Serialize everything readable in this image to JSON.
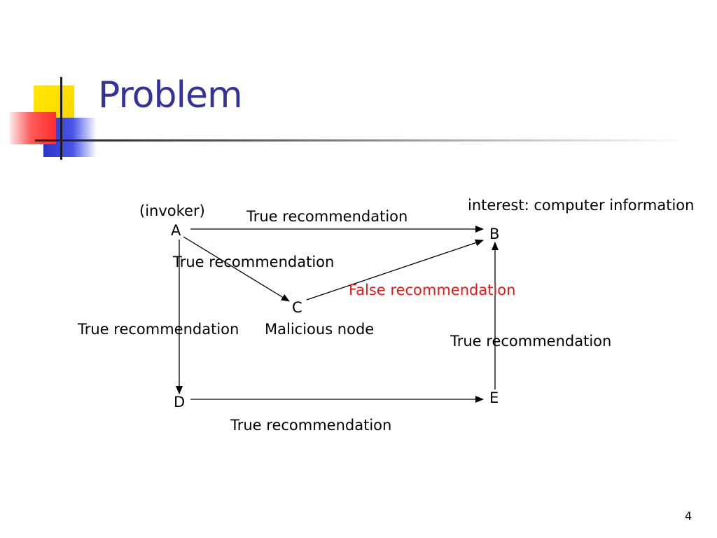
{
  "slide": {
    "title": "Problem",
    "page_number": "4"
  },
  "diagram": {
    "nodes": {
      "A": "A",
      "B": "B",
      "C": "C",
      "D": "D",
      "E": "E"
    },
    "annotations": {
      "invoker": "(invoker)",
      "interest": "interest: computer information",
      "malicious": "Malicious node"
    },
    "edges": {
      "a_to_b": "True recommendation",
      "a_to_c": "True recommendation",
      "c_to_b": "False recommendation",
      "a_to_d": "True recommendation",
      "d_to_e": "True recommendation",
      "e_to_b": "True recommendation"
    },
    "colors": {
      "title": "#333399",
      "false_edge_label": "#e61919"
    }
  }
}
